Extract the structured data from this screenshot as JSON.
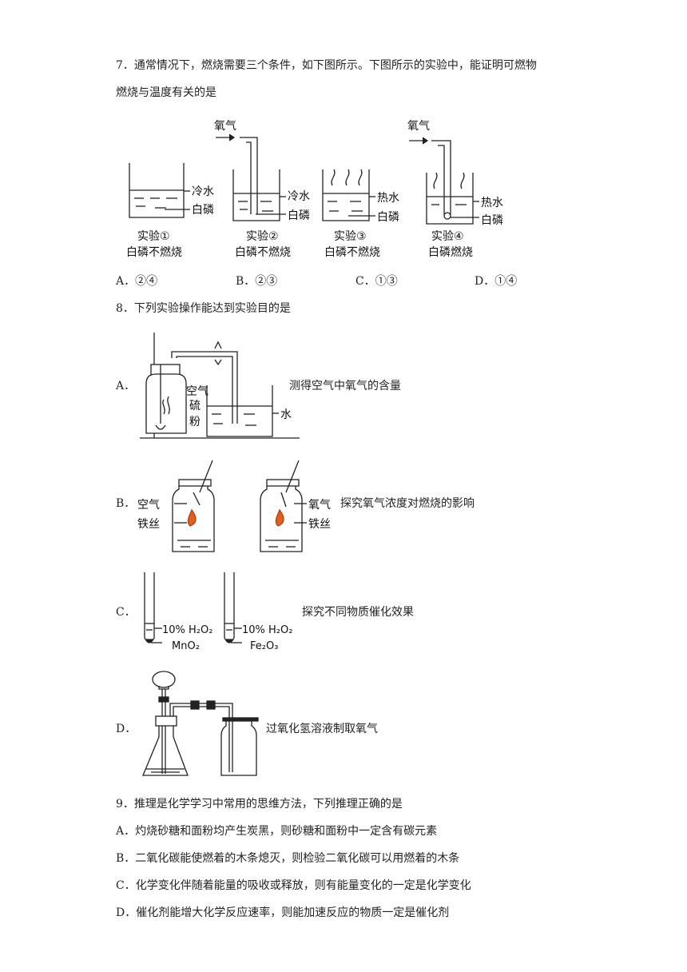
{
  "q7": {
    "line1": "7．通常情况下，燃烧需要三个条件，如下图所示。下图所示的实验中，能证明可燃物",
    "line2": "燃烧与温度有关的是",
    "figure": {
      "oxygen": "氧气",
      "cold_water": "冷水",
      "hot_water": "热水",
      "white_p": "白磷",
      "exp1": "实验①",
      "exp2": "实验②",
      "exp3": "实验③",
      "exp4": "实验④",
      "no_burn": "白磷不燃烧",
      "burn": "白磷燃烧"
    },
    "options": [
      "A．②④",
      "B．②③",
      "C．①③",
      "D．①④"
    ]
  },
  "q8": {
    "stem": "8．下列实验操作能达到实验目的是",
    "A": {
      "letter": "A．",
      "desc": "测得空气中氧气的含量",
      "air": "空气",
      "sulfur1": "硫",
      "sulfur2": "粉",
      "water": "水"
    },
    "B": {
      "letter": "B．",
      "desc": "探究氧气浓度对燃烧的影响",
      "air": "空气",
      "wire": "铁丝",
      "oxygen": "氧气"
    },
    "C": {
      "letter": "C．",
      "desc": "探究不同物质催化效果",
      "h2o2": "10% H₂O₂",
      "mno2": "MnO₂",
      "fe2o3": "Fe₂O₃"
    },
    "D": {
      "letter": "D．",
      "desc": "过氧化氢溶液制取氧气"
    }
  },
  "q9": {
    "stem": "9．推理是化学学习中常用的思维方法，下列推理正确的是",
    "options": [
      "A．灼烧砂糖和面粉均产生炭黑，则砂糖和面粉中一定含有碳元素",
      "B．二氧化碳能使燃着的木条熄灭，则检验二氧化碳可以用燃着的木条",
      "C．化学变化伴随着能量的吸收或释放，则有能量变化的一定是化学变化",
      "D．催化剂能增大化学反应速率，则能加速反应的物质一定是催化剂"
    ]
  }
}
